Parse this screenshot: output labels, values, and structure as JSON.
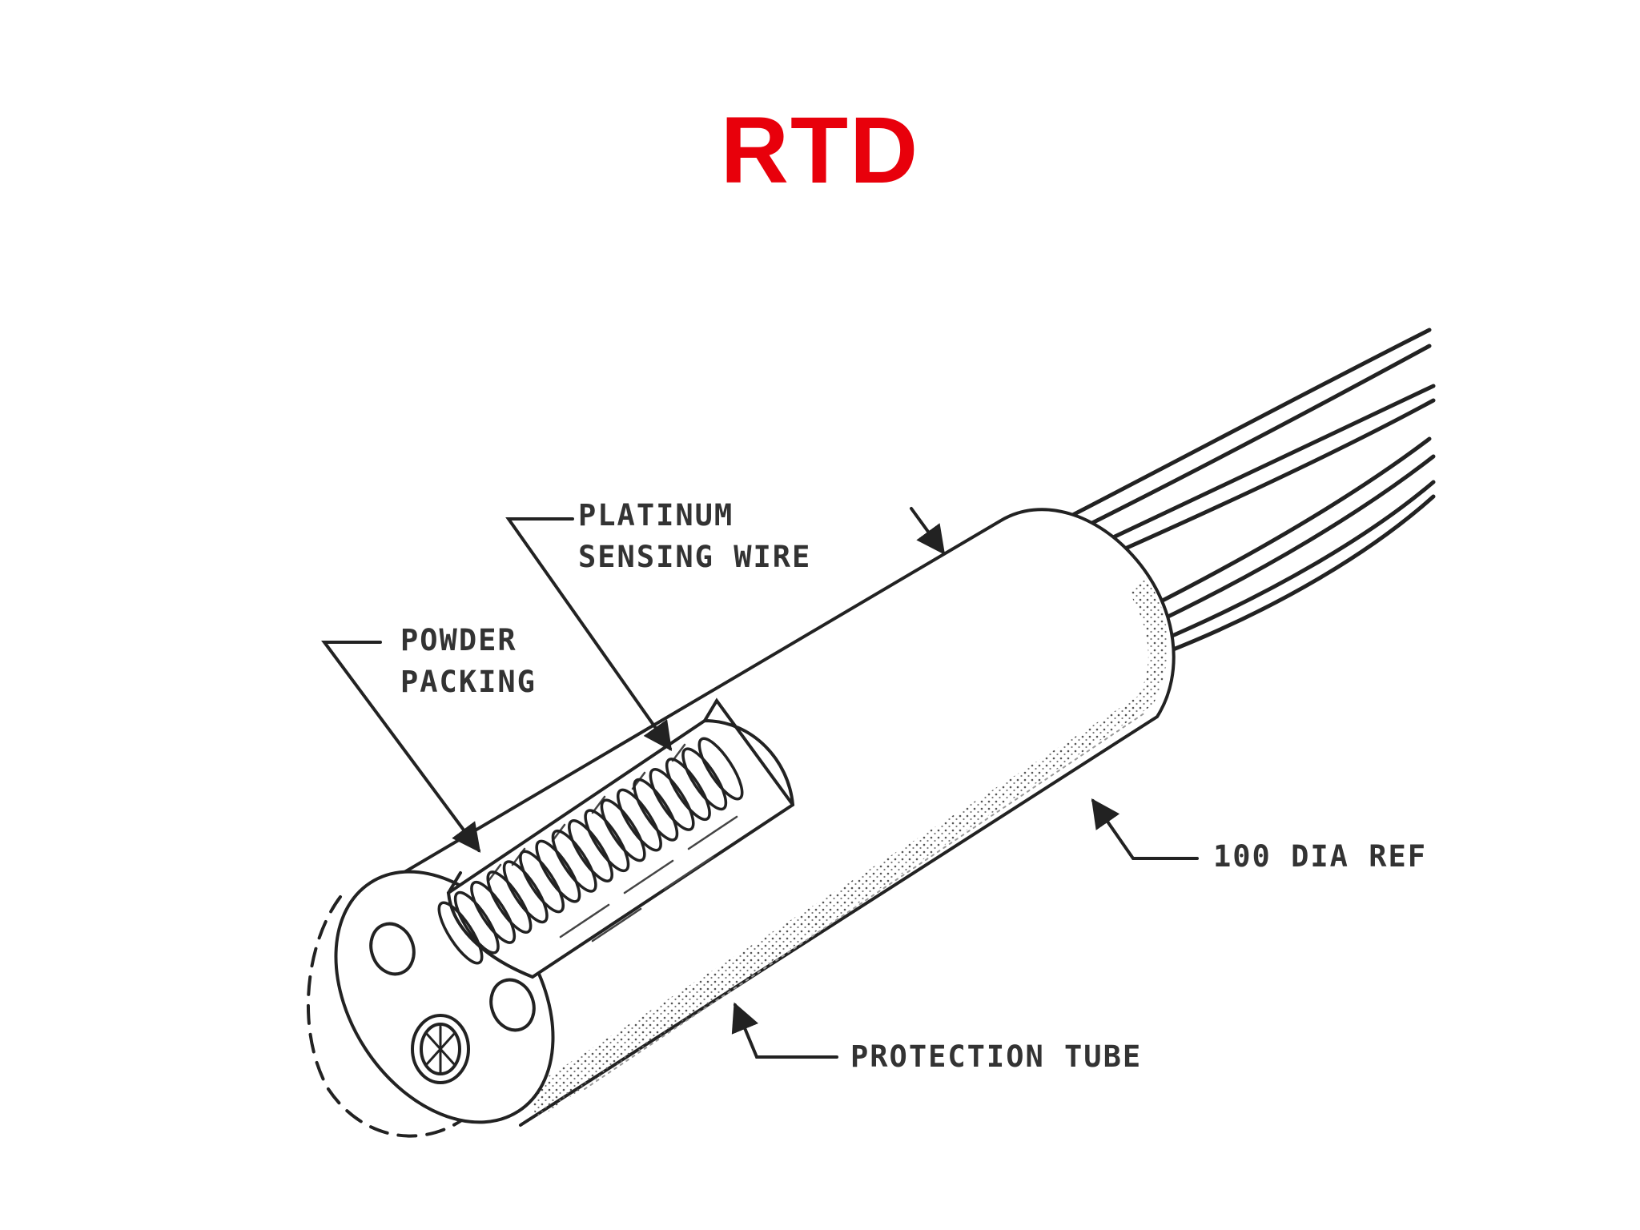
{
  "slide": {
    "title": "RTD",
    "title_color": "#e8000b"
  },
  "diagram": {
    "labels": {
      "platinum_line1": "PLATINUM",
      "platinum_line2": "SENSING WIRE",
      "powder_line1": "POWDER",
      "powder_line2": "PACKING",
      "dia_ref": "100 DIA REF",
      "protection_tube": "PROTECTION TUBE"
    },
    "line_color": "#222222"
  }
}
